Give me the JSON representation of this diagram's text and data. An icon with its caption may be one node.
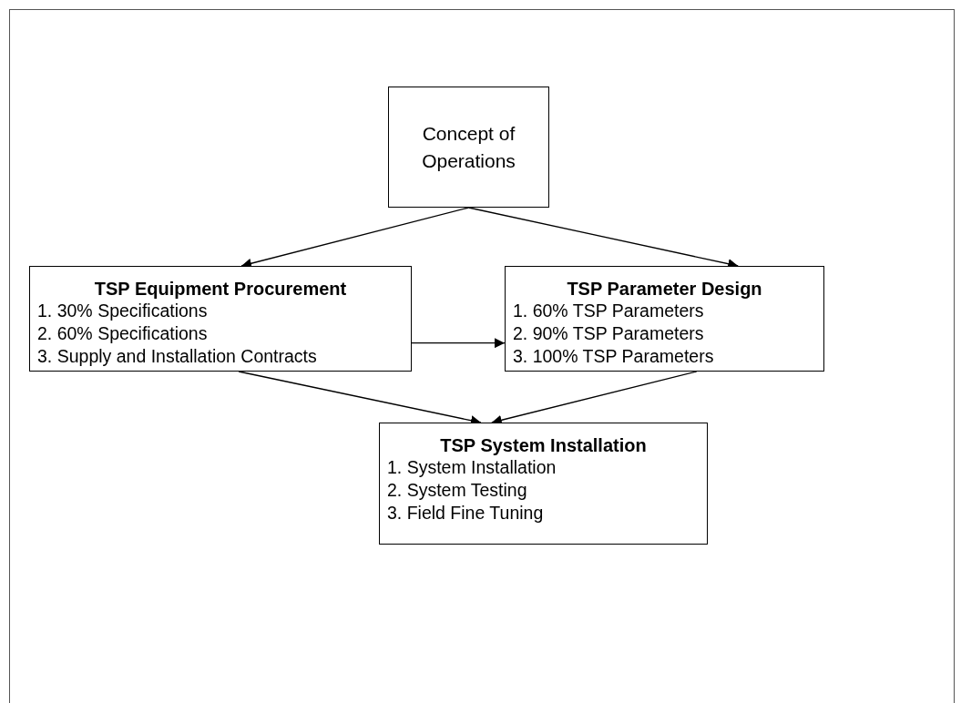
{
  "diagram": {
    "nodes": [
      {
        "text": [
          "Concept of Operations"
        ]
      },
      {
        "text": [
          "TSP Equipment Procurement",
          "1. 30% Specifications",
          "2. 60% Specifications",
          "3. Supply and Installation Contracts"
        ]
      },
      {
        "text": [
          "TSP Parameter Design",
          "1. 60% TSP Parameters",
          "2. 90% TSP Parameters",
          "3. 100% TSP Parameters"
        ]
      },
      {
        "text": [
          "TSP System Installation",
          "1. System Installation",
          "2. System Testing",
          "3. Field Fine Tuning"
        ]
      }
    ],
    "edges": [
      {
        "from": 0,
        "to": 1,
        "arrow": "to"
      },
      {
        "from": 0,
        "to": 2,
        "arrow": "to"
      },
      {
        "from": 1,
        "to": 2,
        "arrow": "to"
      },
      {
        "from": 1,
        "to": 3,
        "arrow": "to"
      },
      {
        "from": 2,
        "to": 3,
        "arrow": "to"
      }
    ]
  }
}
